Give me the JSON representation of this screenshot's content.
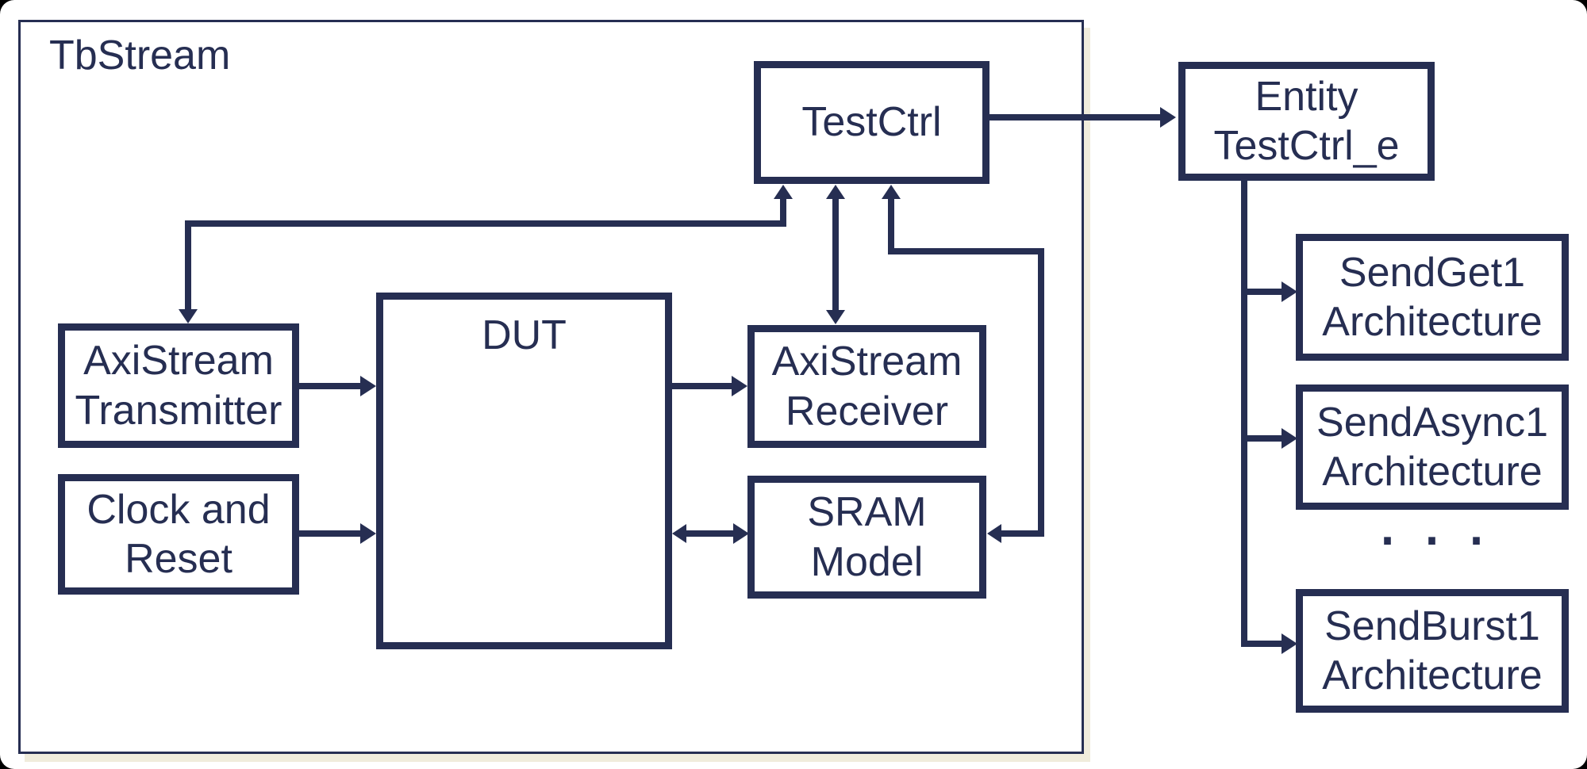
{
  "diagram": {
    "container": {
      "label": "TbStream"
    },
    "nodes": {
      "testctrl": {
        "label": "TestCtrl"
      },
      "entity": {
        "line1": "Entity",
        "line2": "TestCtrl_e"
      },
      "transmitter": {
        "line1": "AxiStream",
        "line2": "Transmitter"
      },
      "clock_reset": {
        "line1": "Clock and",
        "line2": "Reset"
      },
      "dut": {
        "label": "DUT"
      },
      "receiver": {
        "line1": "AxiStream",
        "line2": "Receiver"
      },
      "sram": {
        "line1": "SRAM",
        "line2": "Model"
      },
      "arch_sendget": {
        "line1": "SendGet1",
        "line2": "Architecture"
      },
      "arch_sendasync": {
        "line1": "SendAsync1",
        "line2": "Architecture"
      },
      "arch_sendburst": {
        "line1": "SendBurst1",
        "line2": "Architecture"
      }
    },
    "ellipsis": ". . .",
    "colors": {
      "ink": "#262E52",
      "background": "#FFFFFF",
      "shadow": "#F0ECDC",
      "outer": "#000000"
    }
  }
}
